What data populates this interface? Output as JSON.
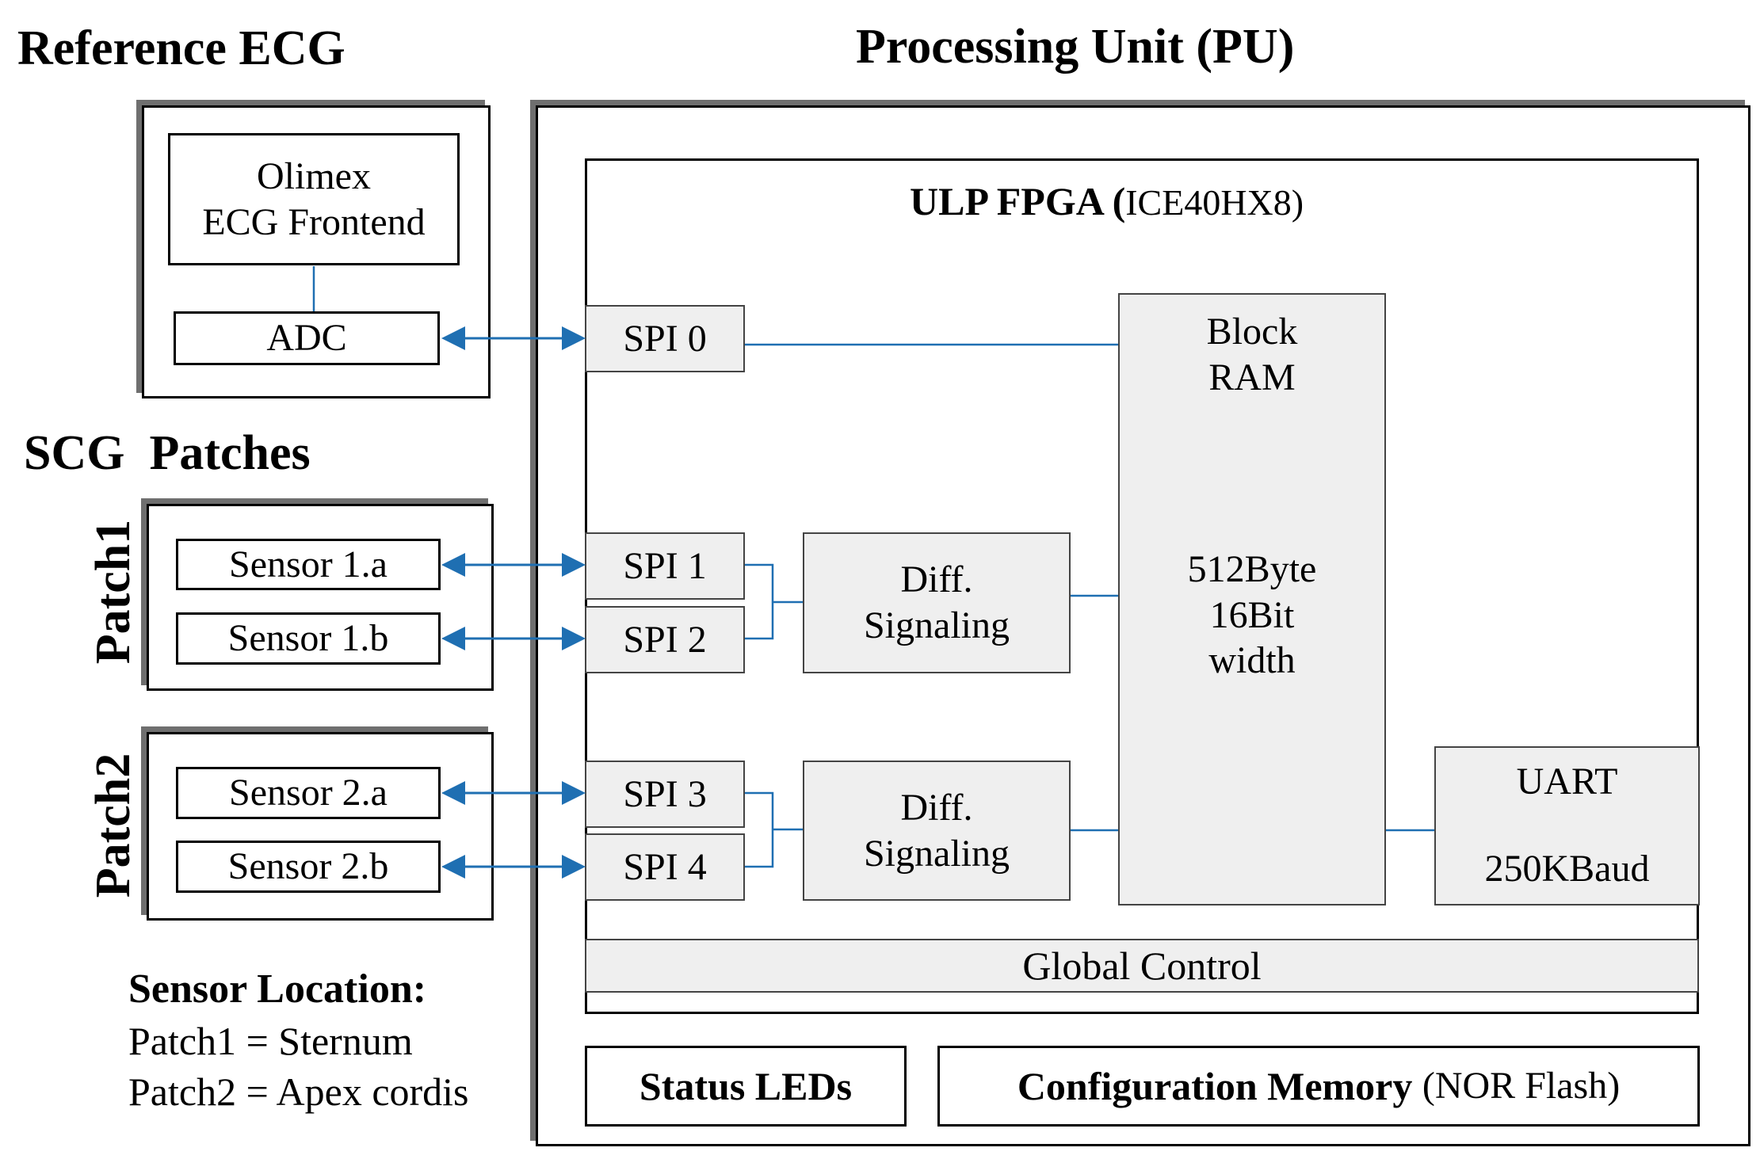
{
  "reference": {
    "title": "Reference ECG",
    "frontend": "Olimex\nECG Frontend",
    "adc": "ADC"
  },
  "scg": {
    "title": "SCG  Patches",
    "patch1": {
      "label": "Patch1",
      "sensor_a": "Sensor 1.a",
      "sensor_b": "Sensor 1.b"
    },
    "patch2": {
      "label": "Patch2",
      "sensor_a": "Sensor 2.a",
      "sensor_b": "Sensor 2.b"
    }
  },
  "location": {
    "title": "Sensor Location:",
    "line1": "Patch1 = Sternum",
    "line2": "Patch2 = Apex cordis"
  },
  "pu": {
    "title": "Processing Unit (PU)",
    "fpga_title": "ULP FPGA (",
    "fpga_model": "ICE40HX8)",
    "spi0": "SPI 0",
    "spi1": "SPI 1",
    "spi2": "SPI 2",
    "spi3": "SPI 3",
    "spi4": "SPI 4",
    "diff1": "Diff.\nSignaling",
    "diff2": "Diff.\nSignaling",
    "bram_top": "Block\nRAM",
    "bram_bottom": "512Byte\n16Bit\nwidth",
    "uart_top": "UART",
    "uart_bottom": "250KBaud",
    "global_control": "Global Control",
    "status_leds": "Status LEDs",
    "config_memory": "Configuration Memory",
    "config_memory_type": "(NOR Flash)"
  },
  "colors": {
    "link_blue": "#1f6fb2",
    "shadow_grey": "#6f6f6f",
    "block_fill": "#efefef"
  }
}
